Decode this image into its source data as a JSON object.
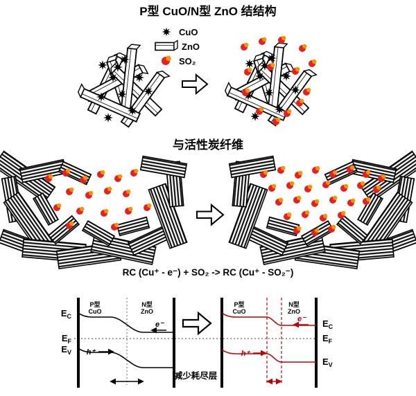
{
  "colors": {
    "accent_red": "#c00000",
    "so2_red": "#e62020",
    "so2_orange": "#ff9100"
  },
  "header": {
    "title": "P型 CuO/N型 ZnO 结结构"
  },
  "legend": {
    "items": [
      {
        "icon": "cuo-star-icon",
        "label": "CuO"
      },
      {
        "icon": "zno-rod-icon",
        "label": "ZnO"
      },
      {
        "icon": "so2-molecule-icon",
        "label": "SO₂"
      }
    ]
  },
  "acf_section": {
    "title": "与活性炭纤维"
  },
  "equation": {
    "text": "RC (Cu⁺ - e⁻) + SO₂ -> RC (Cu⁺ - SO₂⁻)"
  },
  "band": {
    "region_p_line1": "P型",
    "region_p_line2": "CuO",
    "region_n_line1": "N型",
    "region_n_line2": "ZnO",
    "levels": {
      "e": "E",
      "c": "C",
      "f": "F",
      "v": "V"
    },
    "electron": "e⁻",
    "hole": "h⁺",
    "caption": "减少耗尽层"
  }
}
